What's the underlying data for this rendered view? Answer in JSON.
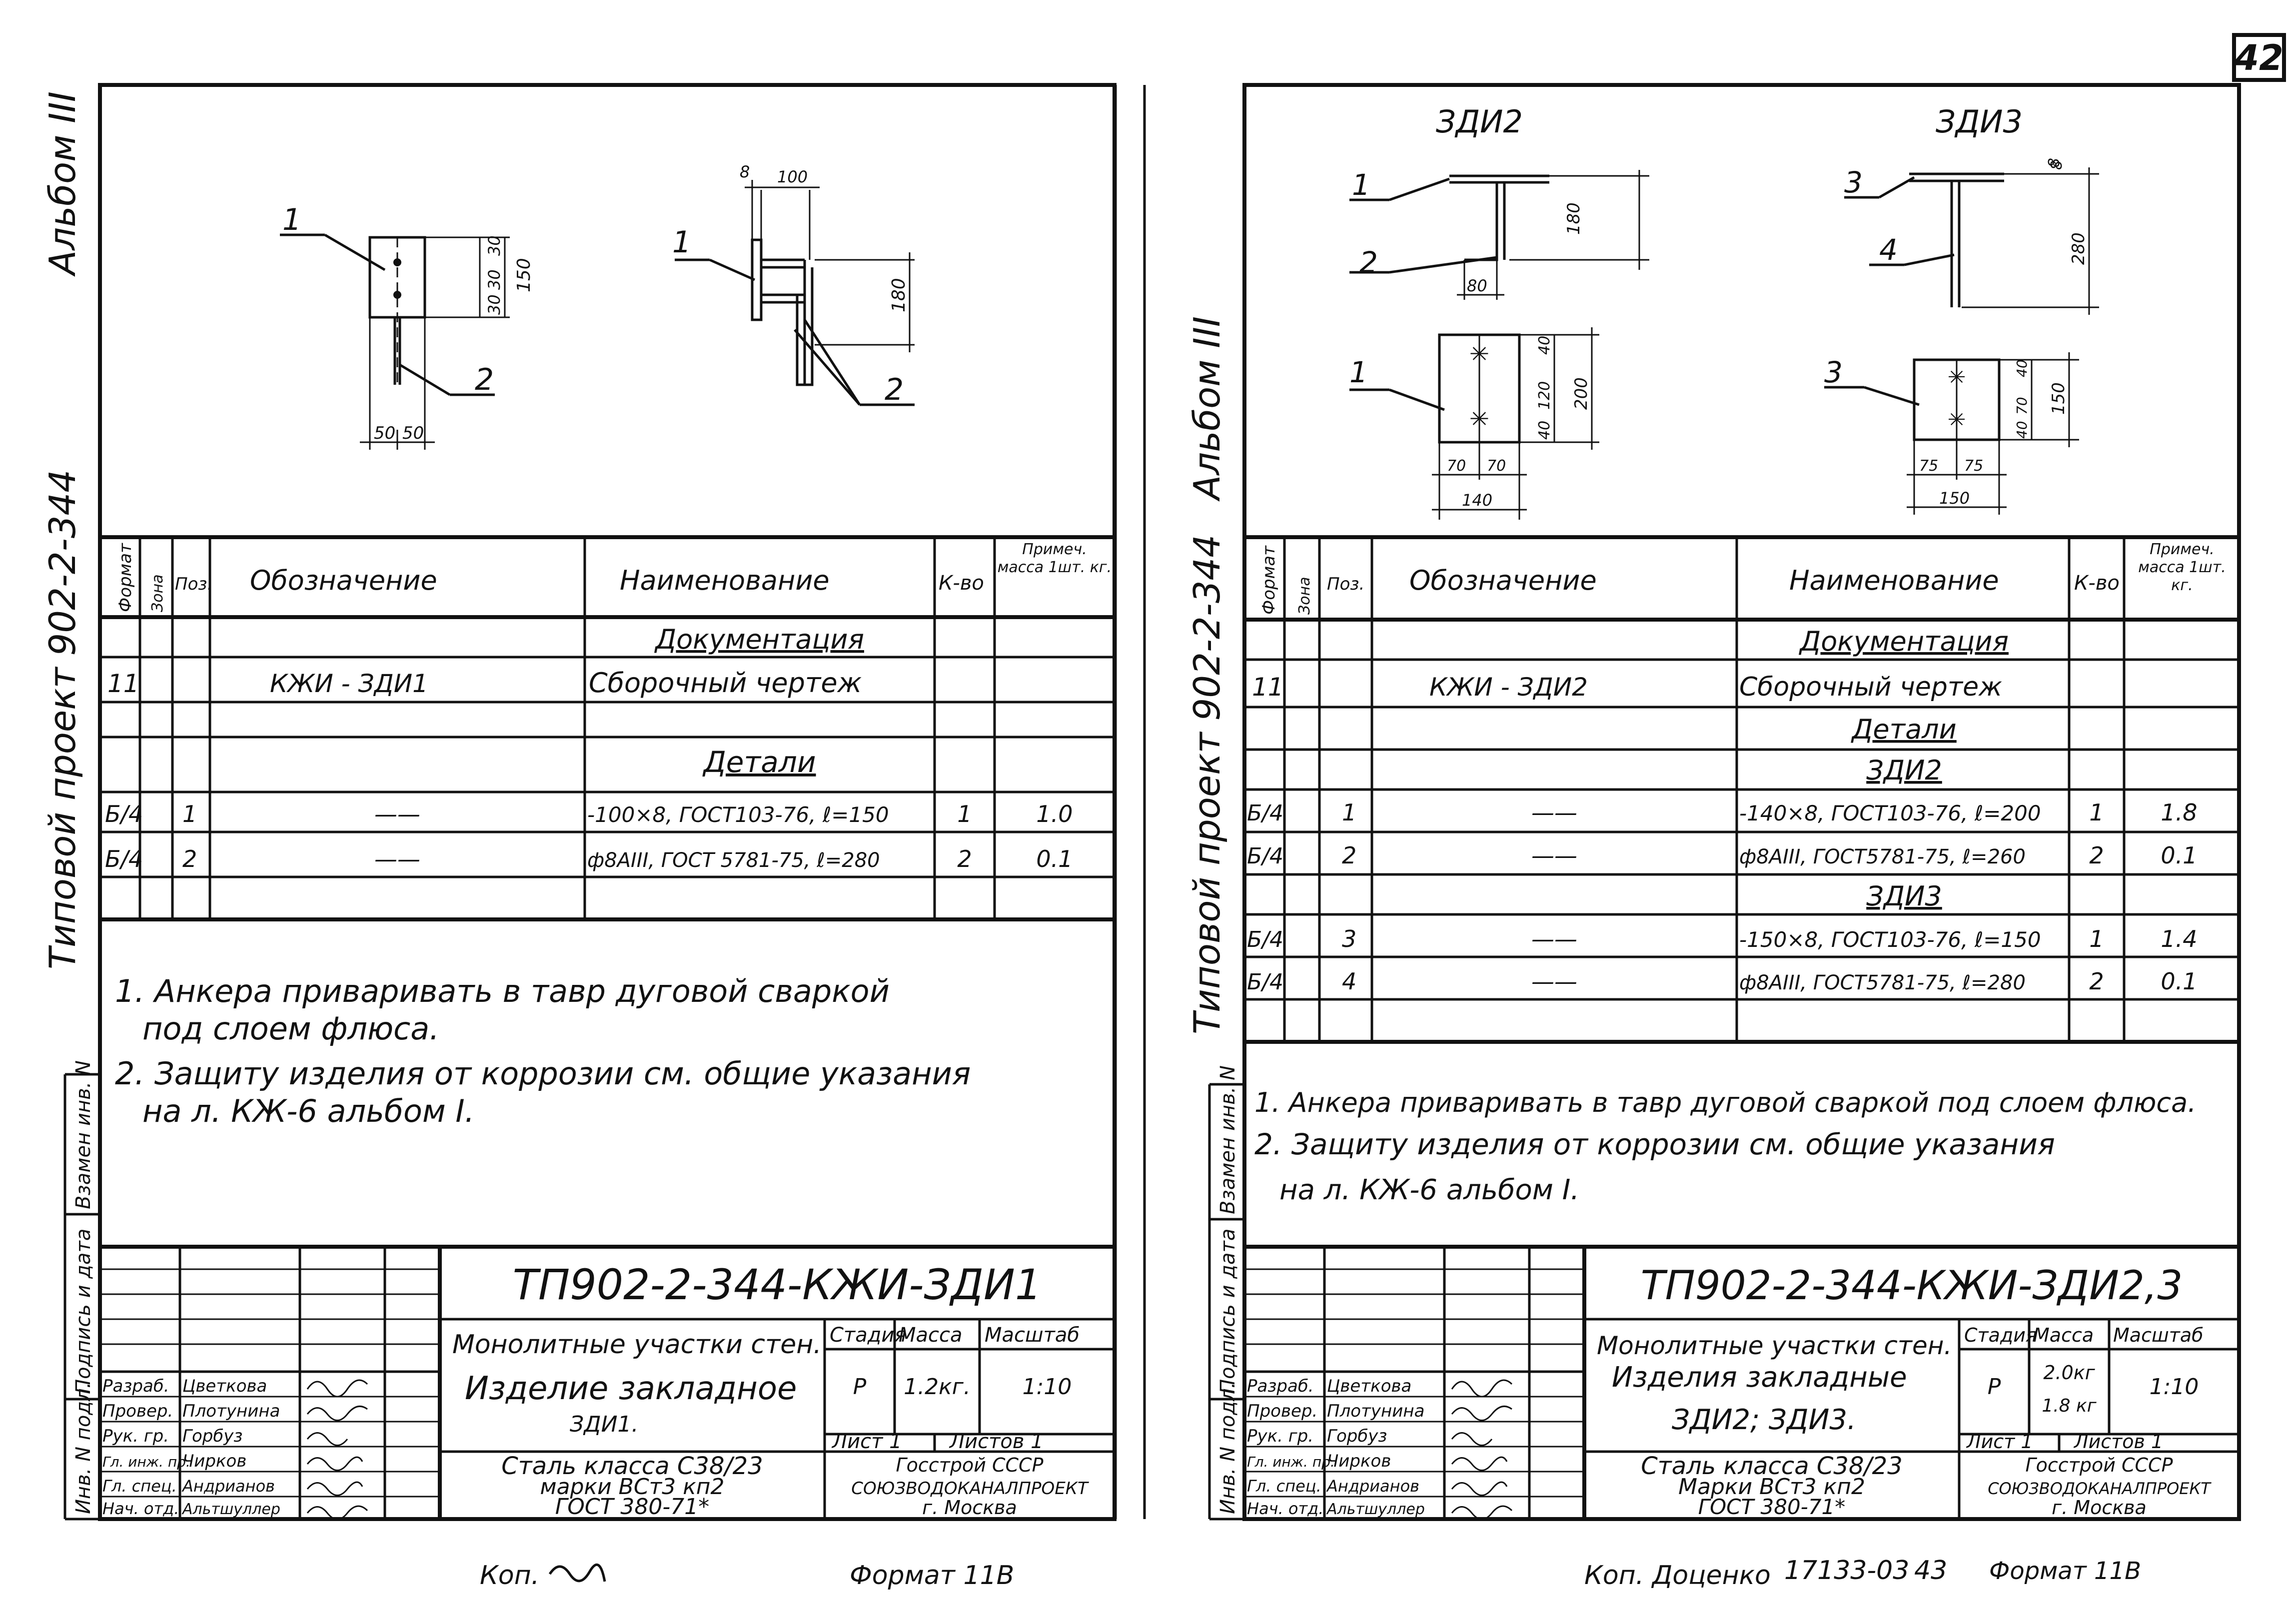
{
  "page_number": "42",
  "copy_footer": {
    "left_kop": "Коп.",
    "left_format": "Формат 11В",
    "right_kop": "Коп. Доценко",
    "right_code": "17133-03",
    "right_page": "43",
    "right_format": "Формат 11В"
  },
  "margin": {
    "album": "Альбом III",
    "project": "Типовой проект 902-2-344",
    "boxes": [
      "Взамен инв. N",
      "Подпись и дата",
      "Инв. N подл."
    ]
  },
  "spec_headers": {
    "format": "Формат",
    "zone": "Зона",
    "pos": "Поз.",
    "designation": "Обозначение",
    "name": "Наименование",
    "qty": "К-во",
    "note": "Примеч. масса 1шт. кг."
  },
  "left": {
    "drawing": {
      "callouts": [
        "1",
        "2",
        "1",
        "2"
      ],
      "dims": [
        "30",
        "30",
        "30",
        "150",
        "50",
        "50",
        "8",
        "100",
        "180"
      ]
    },
    "spec_rows": [
      {
        "format": "",
        "pos": "",
        "designation": "",
        "name": "Документация",
        "qty": "",
        "note": ""
      },
      {
        "format": "11",
        "pos": "",
        "designation": "КЖИ - ЗДИ1",
        "name": "Сборочный чертеж",
        "qty": "",
        "note": ""
      },
      {
        "format": "",
        "pos": "",
        "designation": "",
        "name": "",
        "qty": "",
        "note": ""
      },
      {
        "format": "",
        "pos": "",
        "designation": "",
        "name": "Детали",
        "qty": "",
        "note": ""
      },
      {
        "format": "Б/4",
        "pos": "1",
        "designation": "——",
        "name": "-100×8, ГОСТ103-76, ℓ=150",
        "qty": "1",
        "note": "1.0"
      },
      {
        "format": "Б/4",
        "pos": "2",
        "designation": "——",
        "name": "ф8АIII, ГОСТ 5781-75, ℓ=280",
        "qty": "2",
        "note": "0.1"
      },
      {
        "format": "",
        "pos": "",
        "designation": "",
        "name": "",
        "qty": "",
        "note": ""
      }
    ],
    "notes": [
      "1. Анкера приваривать в тавр дуговой сваркой",
      "под слоем флюса.",
      "2. Защиту изделия от коррозии см. общие указания",
      "на л. КЖ-6 альбом I."
    ],
    "title_block": {
      "code": "ТП902-2-344-КЖИ-ЗДИ1",
      "object": "Монолитные участки стен.",
      "item": "Изделие закладное",
      "item_mark": "ЗДИ1.",
      "stage_h": "Стадия",
      "mass_h": "Масса",
      "scale_h": "Масштаб",
      "stage": "Р",
      "mass": "1.2кг.",
      "mass2": "",
      "scale": "1:10",
      "sheet": "Лист 1",
      "sheets": "Листов 1",
      "material": [
        "Сталь класса С38/23",
        "марки ВСт3 кп2",
        "ГОСТ 380-71*"
      ],
      "org": [
        "Госстрой СССР",
        "СОЮЗВОДОКАНАЛПРОЕКТ",
        "г. Москва"
      ],
      "people": [
        {
          "role": "Разраб.",
          "name": "Цветкова"
        },
        {
          "role": "Провер.",
          "name": "Плотунина"
        },
        {
          "role": "Рук. гр.",
          "name": "Горбуз"
        },
        {
          "role": "Гл. инж. пр.",
          "name": "Чирков"
        },
        {
          "role": "Гл. спец.",
          "name": "Андрианов"
        },
        {
          "role": "Нач. отд.",
          "name": "Альтшуллер"
        }
      ]
    }
  },
  "right": {
    "drawing": {
      "label_a": "ЗДИ2",
      "label_b": "ЗДИ3",
      "callouts": [
        "1",
        "2",
        "1",
        "3",
        "4",
        "3"
      ],
      "dims": [
        "8",
        "180",
        "80",
        "40",
        "120",
        "40",
        "200",
        "70",
        "70",
        "140",
        "8",
        "280",
        "40",
        "70",
        "40",
        "150",
        "75",
        "75",
        "150"
      ]
    },
    "spec_rows": [
      {
        "format": "",
        "pos": "",
        "designation": "",
        "name": "Документация",
        "qty": "",
        "note": ""
      },
      {
        "format": "11",
        "pos": "",
        "designation": "КЖИ - ЗДИ2",
        "name": "Сборочный чертеж",
        "qty": "",
        "note": ""
      },
      {
        "format": "",
        "pos": "",
        "designation": "",
        "name": "Детали",
        "qty": "",
        "note": ""
      },
      {
        "format": "",
        "pos": "",
        "designation": "",
        "name": "ЗДИ2",
        "qty": "",
        "note": ""
      },
      {
        "format": "Б/4",
        "pos": "1",
        "designation": "——",
        "name": "-140×8, ГОСТ103-76, ℓ=200",
        "qty": "1",
        "note": "1.8"
      },
      {
        "format": "Б/4",
        "pos": "2",
        "designation": "——",
        "name": "ф8АIII, ГОСТ5781-75, ℓ=260",
        "qty": "2",
        "note": "0.1"
      },
      {
        "format": "",
        "pos": "",
        "designation": "",
        "name": "ЗДИ3",
        "qty": "",
        "note": ""
      },
      {
        "format": "Б/4",
        "pos": "3",
        "designation": "——",
        "name": "-150×8, ГОСТ103-76, ℓ=150",
        "qty": "1",
        "note": "1.4"
      },
      {
        "format": "Б/4",
        "pos": "4",
        "designation": "——",
        "name": "ф8АIII, ГОСТ5781-75, ℓ=280",
        "qty": "2",
        "note": "0.1"
      },
      {
        "format": "",
        "pos": "",
        "designation": "",
        "name": "",
        "qty": "",
        "note": ""
      }
    ],
    "notes": [
      "1. Анкера приваривать в тавр дуговой сваркой под слоем флюса.",
      "2. Защиту изделия от коррозии см. общие указания",
      "на л. КЖ-6 альбом I."
    ],
    "title_block": {
      "code": "ТП902-2-344-КЖИ-ЗДИ2,3",
      "object": "Монолитные участки стен.",
      "item": "Изделия закладные",
      "item_mark": "ЗДИ2; ЗДИ3.",
      "stage_h": "Стадия",
      "mass_h": "Масса",
      "scale_h": "Масштаб",
      "stage": "Р",
      "mass": "2.0кг",
      "mass2": "1.8 кг",
      "scale": "1:10",
      "sheet": "Лист 1",
      "sheets": "Листов 1",
      "material": [
        "Сталь класса С38/23",
        "Марки ВСт3 кп2",
        "ГОСТ 380-71*"
      ],
      "org": [
        "Госстрой СССР",
        "СОЮЗВОДОКАНАЛПРОЕКТ",
        "г. Москва"
      ],
      "people": [
        {
          "role": "Разраб.",
          "name": "Цветкова"
        },
        {
          "role": "Провер.",
          "name": "Плотунина"
        },
        {
          "role": "Рук. гр.",
          "name": "Горбуз"
        },
        {
          "role": "Гл. инж. пр.",
          "name": "Чирков"
        },
        {
          "role": "Гл. спец.",
          "name": "Андрианов"
        },
        {
          "role": "Нач. отд.",
          "name": "Альтшуллер"
        }
      ]
    }
  }
}
